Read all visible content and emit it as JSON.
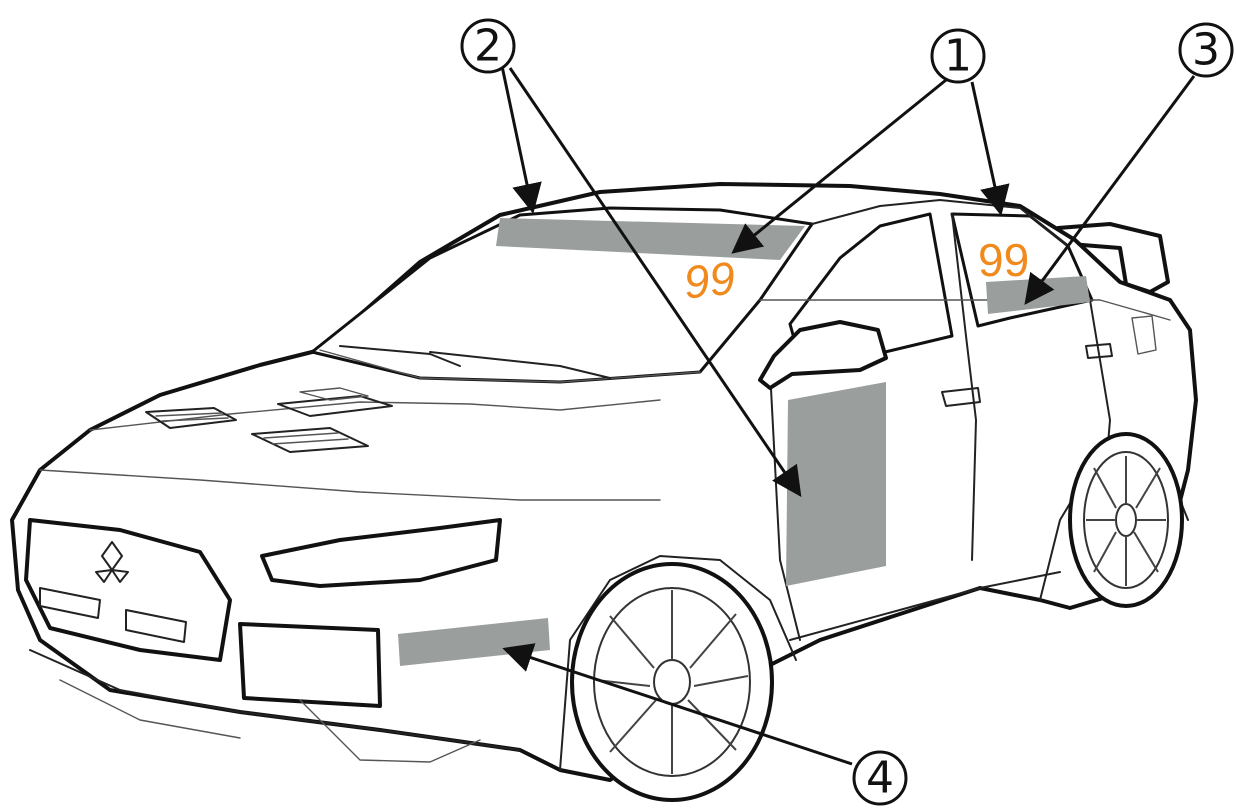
{
  "callouts": [
    {
      "id": "1",
      "label": "1"
    },
    {
      "id": "2",
      "label": "2"
    },
    {
      "id": "3",
      "label": "3"
    },
    {
      "id": "4",
      "label": "4"
    }
  ],
  "race_numbers": {
    "windshield": "99",
    "rear_side_window": "99"
  },
  "colors": {
    "race_number": "#f08a1c",
    "decal_area": "#9a9e9d",
    "outline": "#111111"
  }
}
